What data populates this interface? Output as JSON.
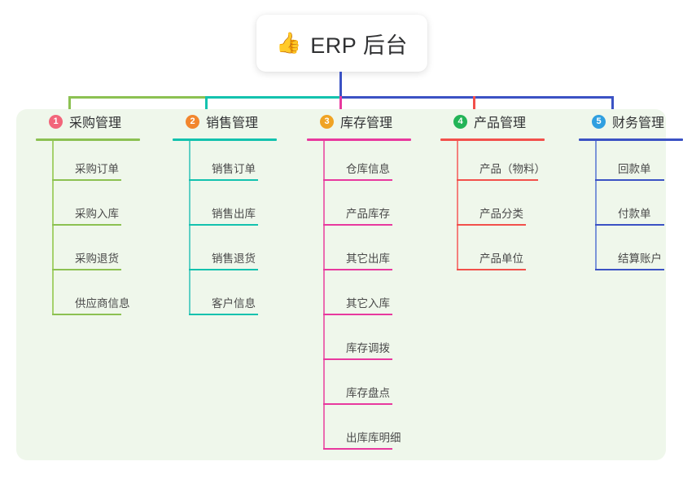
{
  "root": {
    "icon": "thumbs-up-icon",
    "icon_glyph": "👍",
    "title": "ERP 后台"
  },
  "panel": {
    "background": "#eff7eb"
  },
  "columns": [
    {
      "index": "1",
      "title": "采购管理",
      "badge_color": "#f2657a",
      "line_color": "#8cc152",
      "spine_color": "#a5d16c",
      "rule_color": "#8cc152",
      "items": [
        {
          "label": "采购订单"
        },
        {
          "label": "采购入库"
        },
        {
          "label": "采购退货"
        },
        {
          "label": "供应商信息"
        }
      ]
    },
    {
      "index": "2",
      "title": "销售管理",
      "badge_color": "#f2862e",
      "line_color": "#13c2ae",
      "spine_color": "#5fcfc4",
      "rule_color": "#13c2ae",
      "items": [
        {
          "label": "销售订单"
        },
        {
          "label": "销售出库"
        },
        {
          "label": "销售退货"
        },
        {
          "label": "客户信息"
        }
      ]
    },
    {
      "index": "3",
      "title": "库存管理",
      "badge_color": "#f0a323",
      "line_color": "#e8399e",
      "spine_color": "#ea6bb0",
      "rule_color": "#e8399e",
      "items": [
        {
          "label": "仓库信息"
        },
        {
          "label": "产品库存"
        },
        {
          "label": "其它出库"
        },
        {
          "label": "其它入库"
        },
        {
          "label": "库存调拨"
        },
        {
          "label": "库存盘点"
        },
        {
          "label": "出库库明细"
        }
      ]
    },
    {
      "index": "4",
      "title": "产品管理",
      "badge_color": "#23b457",
      "line_color": "#f2504b",
      "spine_color": "#f4807c",
      "rule_color": "#f2504b",
      "items": [
        {
          "label": "产品（物料）"
        },
        {
          "label": "产品分类"
        },
        {
          "label": "产品单位"
        }
      ]
    },
    {
      "index": "5",
      "title": "财务管理",
      "badge_color": "#2f9fe0",
      "line_color": "#3b52c4",
      "spine_color": "#7b94d8",
      "rule_color": "#3b52c4",
      "items": [
        {
          "label": "回款单"
        },
        {
          "label": "付款单"
        },
        {
          "label": "结算账户"
        }
      ]
    }
  ],
  "connectors": {
    "trunk_color": "#3b52c4",
    "bus_segments": [
      {
        "color": "#8cc152"
      },
      {
        "color": "#13c2ae"
      },
      {
        "color": "#3b52c4"
      },
      {
        "color": "#3b52c4"
      },
      {
        "color": "#3b52c4"
      }
    ]
  }
}
